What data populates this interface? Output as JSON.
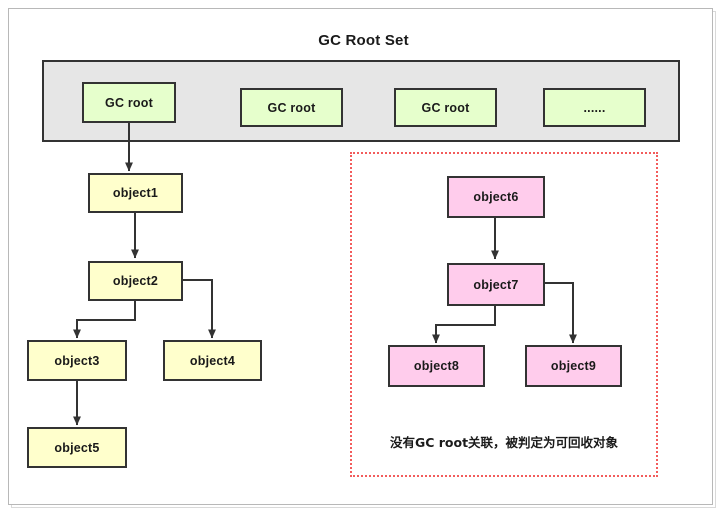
{
  "diagram": {
    "title": "GC Root Set",
    "root_set": {
      "label": "GC Root Set",
      "roots": [
        {
          "label": "GC root"
        },
        {
          "label": "GC root"
        },
        {
          "label": "GC root"
        },
        {
          "label": "......"
        }
      ]
    },
    "reachable_objects": [
      {
        "label": "object1"
      },
      {
        "label": "object2"
      },
      {
        "label": "object3"
      },
      {
        "label": "object4"
      },
      {
        "label": "object5"
      }
    ],
    "unreachable_objects": [
      {
        "label": "object6"
      },
      {
        "label": "object7"
      },
      {
        "label": "object8"
      },
      {
        "label": "object9"
      }
    ],
    "recycle_region": {
      "caption": "没有GC root关联，被判定为可回收对象"
    },
    "colors": {
      "root_box_fill": "#e6ffcc",
      "root_set_fill": "#e6e6e6",
      "reachable_fill": "#ffffcc",
      "unreachable_fill": "#ffccec",
      "stroke": "#333333",
      "recycle_border": "#f25c5c"
    },
    "edges": [
      {
        "from": "GC root",
        "to": "object1"
      },
      {
        "from": "object1",
        "to": "object2"
      },
      {
        "from": "object2",
        "to": "object3"
      },
      {
        "from": "object2",
        "to": "object4"
      },
      {
        "from": "object3",
        "to": "object5"
      },
      {
        "from": "object6",
        "to": "object7"
      },
      {
        "from": "object7",
        "to": "object8"
      },
      {
        "from": "object7",
        "to": "object9"
      }
    ]
  }
}
